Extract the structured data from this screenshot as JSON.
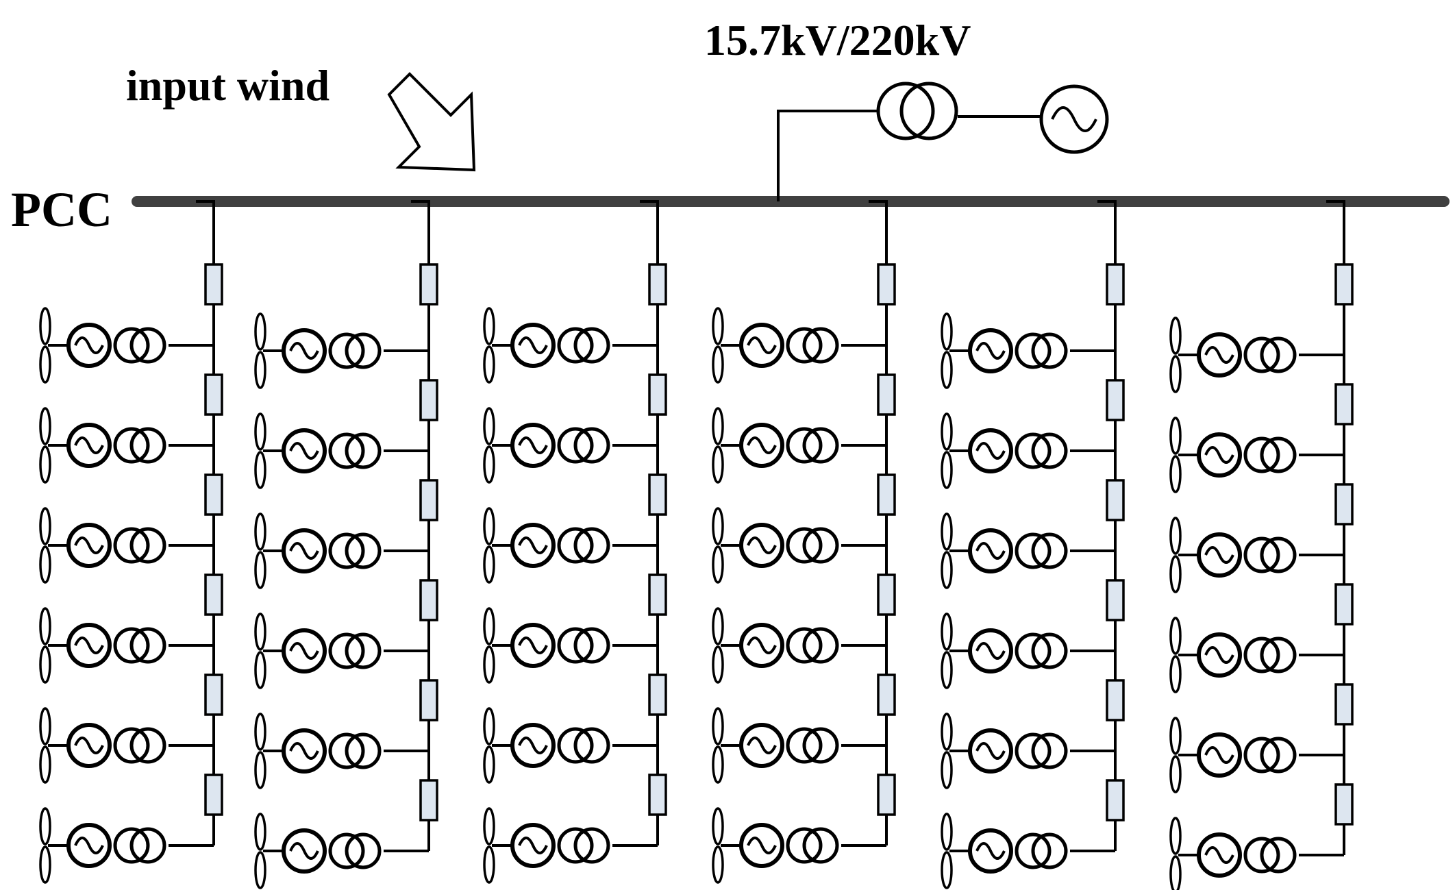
{
  "labels": {
    "transformer_rating": "15.7kV/220kV",
    "input_wind": "input wind",
    "pcc": "PCC"
  },
  "colors": {
    "bus": "#404040",
    "resistor_fill": "#dde6f0",
    "line": "#000000"
  },
  "icons": {
    "turbine": "wind-turbine-icon",
    "generator": "ac-generator-icon",
    "transformer": "transformer-icon",
    "grid_source": "ac-source-icon",
    "resistor": "resistor-icon",
    "wind_arrow": "wind-arrow-icon"
  },
  "feeders": {
    "count": 6,
    "turbines_per_feeder": 6
  }
}
